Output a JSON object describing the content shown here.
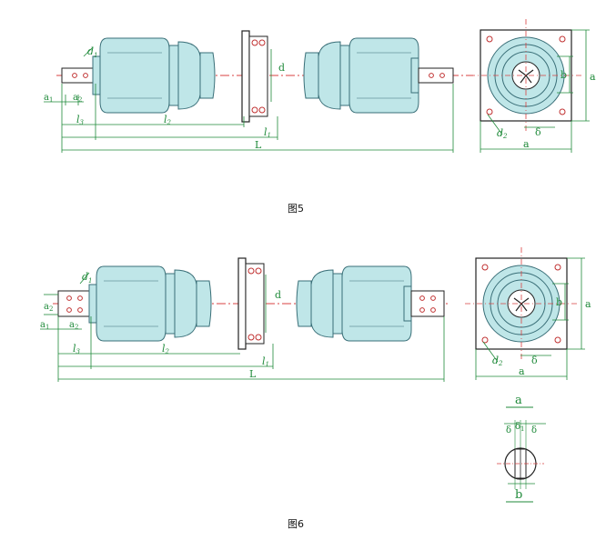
{
  "colors": {
    "insulator": "#bfe6e8",
    "insulator_stroke": "#3a6f78",
    "dimension": "#1f8a3a",
    "centerline": "#d94040",
    "outline": "#222222",
    "hole": "#c03030"
  },
  "figure5": {
    "caption": "图5",
    "labels": {
      "d1": "d",
      "d1_sub": "1",
      "d": "d",
      "a1": "a",
      "a1_sub": "1",
      "a2": "a",
      "a2_sub": "2",
      "l3": "l",
      "l3_sub": "3",
      "l2": "l",
      "l2_sub": "2",
      "l1": "l",
      "l1_sub": "1",
      "L": "L",
      "a_side": "a",
      "b": "b",
      "d2": "d",
      "d2_sub": "2",
      "delta": "δ",
      "a_bottom": "a"
    }
  },
  "figure6": {
    "caption": "图6",
    "labels": {
      "d1": "d",
      "d1_sub": "1",
      "d": "d",
      "a1": "a",
      "a1_sub": "1",
      "a2_top": "a",
      "a2_top_sub": "2",
      "a2": "a",
      "a2_sub": "2",
      "l3": "l",
      "l3_sub": "3",
      "l2": "l",
      "l2_sub": "2",
      "l1": "l",
      "l1_sub": "1",
      "L": "L",
      "a_side": "a",
      "b": "b",
      "d2": "d",
      "d2_sub": "2",
      "delta": "δ",
      "a_bottom": "a"
    }
  },
  "detail": {
    "label_a": "a",
    "label_b": "b",
    "delta_left": "δ",
    "delta1": "δ",
    "delta1_sub": "1",
    "delta_right": "δ"
  }
}
